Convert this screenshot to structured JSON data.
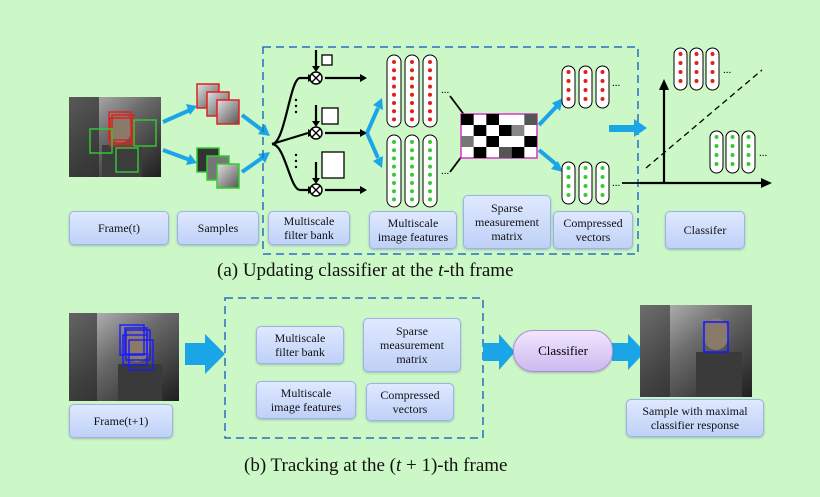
{
  "top_labels": {
    "frame_t": "Frame(t)",
    "samples": "Samples",
    "multiscale_filter_bank": "Multiscale\nfilter bank",
    "multiscale_image_features": "Multiscale\nimage features",
    "sparse_measurement_matrix": "Sparse\nmeasurement\nmatrix",
    "compressed_vectors": "Compressed\nvectors",
    "classifier": "Classifer"
  },
  "caption_a": {
    "prefix": "(a) Updating classifier at the ",
    "var": "t",
    "suffix": "-th frame"
  },
  "bottom_labels": {
    "frame_t1": "Frame(t+1)",
    "multiscale_filter_bank": "Multiscale\nfilter bank",
    "sparse_measurement_matrix": "Sparse\nmeasurement\nmatrix",
    "multiscale_image_features": "Multiscale\nimage features",
    "compressed_vectors": "Compressed\nvectors",
    "classifier": "Classifier",
    "sample_max": "Sample with maximal\nclassifier response"
  },
  "caption_b": {
    "prefix": "(b) Tracking at the (",
    "var": "t",
    "suffix": " + 1)-th frame"
  },
  "ellipsis": "...",
  "colors": {
    "background": "#ccf7c6",
    "arrow": "#1aa6e6",
    "dashed_border": "#2a6fc4",
    "red_dot": "#e0201a",
    "green_dot": "#33cc33",
    "face_box_red": "#e02020",
    "face_box_green": "#33cc33",
    "face_box_blue": "#1a1aff"
  }
}
